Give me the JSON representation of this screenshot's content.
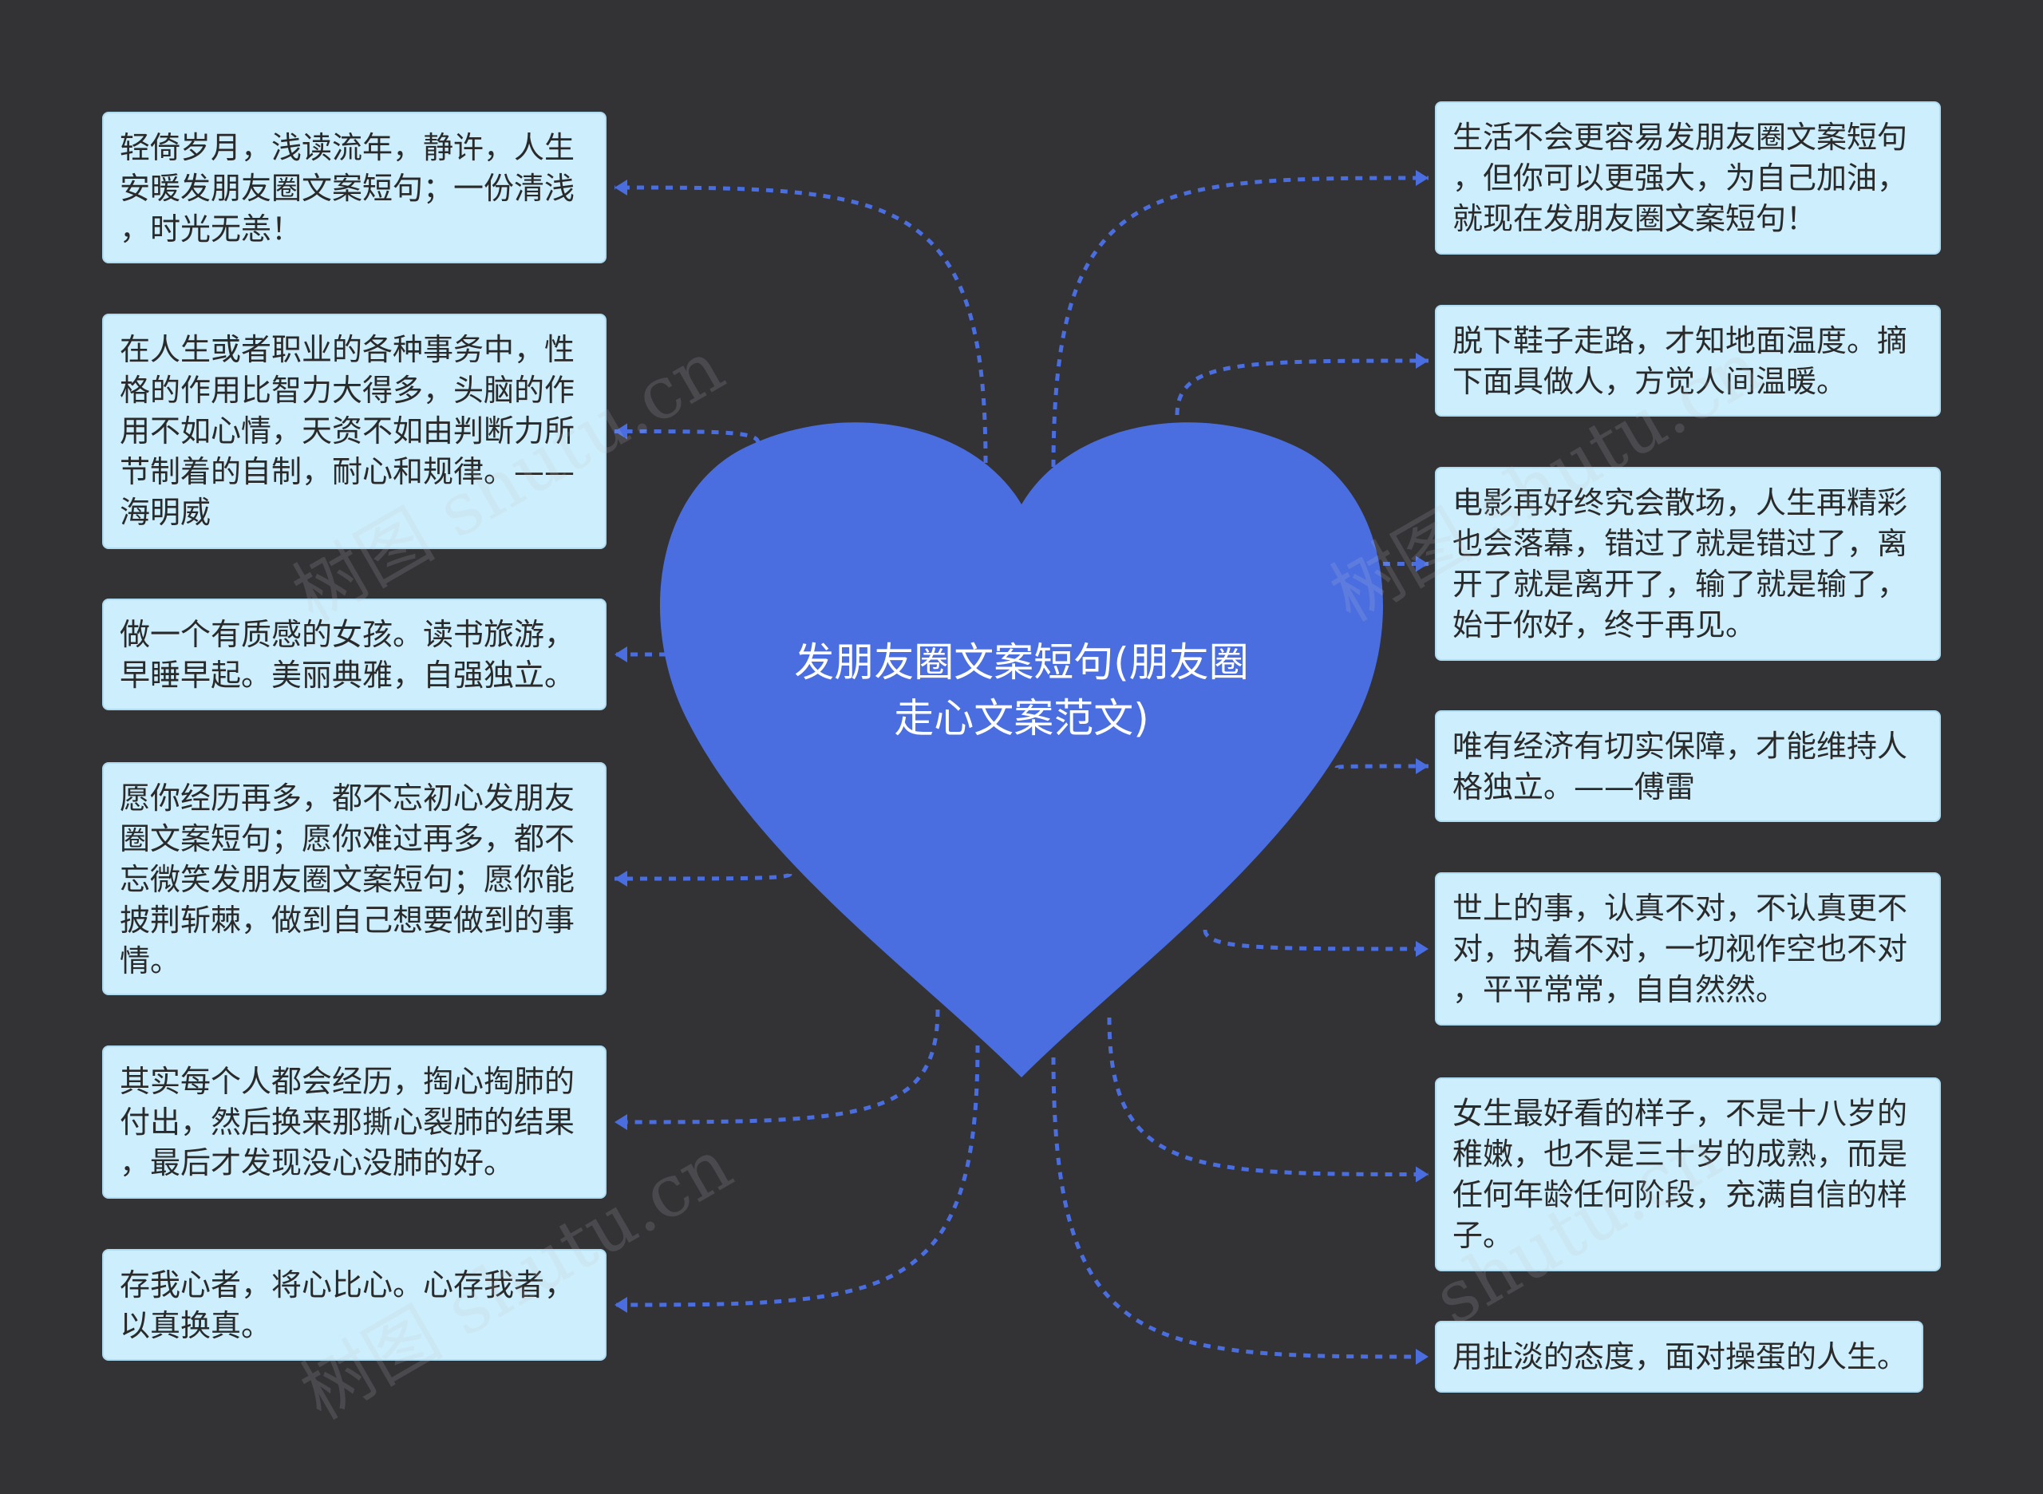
{
  "diagram": {
    "center": {
      "title_lines": [
        "发朋友圈文案短句(朋友圈",
        "走心文案范文)"
      ]
    },
    "nodes": [
      {
        "id": "l1",
        "lines": [
          "轻倚岁月，浅读流年，静许，人生",
          "安暖发朋友圈文案短句；一份清浅",
          "，时光无恙！"
        ]
      },
      {
        "id": "l2",
        "lines": [
          "在人生或者职业的各种事务中，性",
          "格的作用比智力大得多，头脑的作",
          "用不如心情，天资不如由判断力所",
          "节制着的自制，耐心和规律。——",
          "海明威"
        ]
      },
      {
        "id": "l3",
        "lines": [
          "做一个有质感的女孩。读书旅游，",
          "早睡早起。美丽典雅，自强独立。"
        ]
      },
      {
        "id": "l4",
        "lines": [
          "愿你经历再多，都不忘初心发朋友",
          "圈文案短句；愿你难过再多，都不",
          "忘微笑发朋友圈文案短句；愿你能",
          "披荆斩棘，做到自己想要做到的事",
          "情。"
        ]
      },
      {
        "id": "l5",
        "lines": [
          "其实每个人都会经历，掏心掏肺的",
          "付出，然后换来那撕心裂肺的结果",
          "，最后才发现没心没肺的好。"
        ]
      },
      {
        "id": "l6",
        "lines": [
          "存我心者，将心比心。心存我者，",
          "以真换真。"
        ]
      },
      {
        "id": "r1",
        "lines": [
          "生活不会更容易发朋友圈文案短句",
          "，但你可以更强大，为自己加油，",
          "就现在发朋友圈文案短句！"
        ]
      },
      {
        "id": "r2",
        "lines": [
          "脱下鞋子走路，才知地面温度。摘",
          "下面具做人，方觉人间温暖。"
        ]
      },
      {
        "id": "r3",
        "lines": [
          "电影再好终究会散场，人生再精彩",
          "也会落幕，错过了就是错过了，离",
          "开了就是离开了，输了就是输了，",
          "始于你好，终于再见。"
        ]
      },
      {
        "id": "r4",
        "lines": [
          "唯有经济有切实保障，才能维持人",
          "格独立。——傅雷"
        ]
      },
      {
        "id": "r5",
        "lines": [
          "世上的事，认真不对，不认真更不",
          "对，执着不对，一切视作空也不对",
          "，平平常常，自自然然。"
        ]
      },
      {
        "id": "r6",
        "lines": [
          "女生最好看的样子，不是十八岁的",
          "稚嫩，也不是三十岁的成熟，而是",
          "任何年龄任何阶段，充满自信的样",
          "子。"
        ]
      },
      {
        "id": "r7",
        "lines": [
          "用扯淡的态度，面对操蛋的人生。"
        ]
      }
    ]
  },
  "watermarks": [
    "树图 shutu.cn",
    "树图 shutu.cn",
    "树图 shutu.cn",
    "shutu.cn"
  ],
  "colors": {
    "background": "#333235",
    "heart": "#4a6ee0",
    "connector": "#4a6ee0",
    "node_fill": "#cdeefc",
    "node_border": "#aedcf3",
    "node_text": "#2a2a2a",
    "title_text": "#ffffff"
  }
}
